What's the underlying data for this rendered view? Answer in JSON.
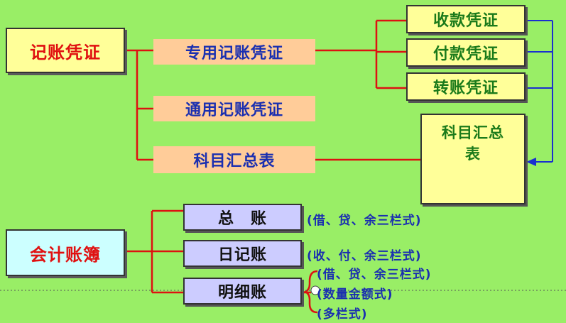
{
  "vouchers": {
    "root": "记账凭证",
    "special": "专用记账凭证",
    "general": "通用记账凭证",
    "summary_table": "科目汇总表",
    "receipt": "收款凭证",
    "payment": "付款凭证",
    "transfer": "转账凭证",
    "summary_box": "科目汇总表"
  },
  "ledgers": {
    "root": "会计账簿",
    "general_ledger": "总　账",
    "journal": "日记账",
    "subsidiary": "明细账",
    "general_ledger_format": "(借、贷、余三栏式)",
    "journal_format": "(收、付、余三栏式)",
    "subsidiary_formats": [
      "(借、贷、余三栏式)",
      "(数量金额式)",
      "(多栏式)"
    ]
  },
  "colors": {
    "background": "#99ee66",
    "connector_red": "#dd1111",
    "connector_blue": "#1a2fd0",
    "root_text": "#e01010",
    "branch_text": "#1a2fb0",
    "leaf_text": "#1a7a1a"
  }
}
